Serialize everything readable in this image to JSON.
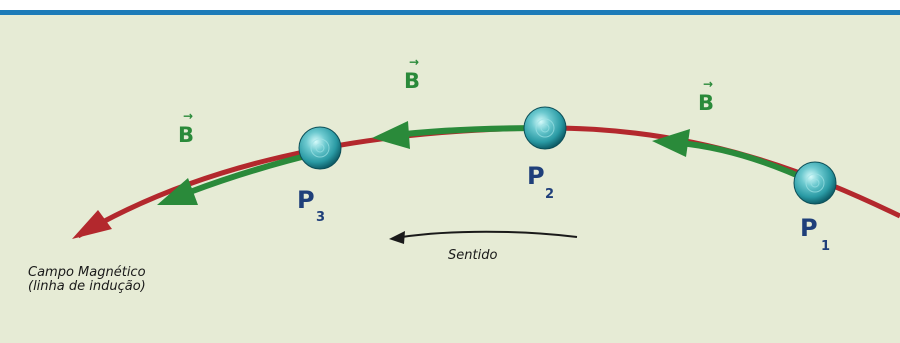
{
  "colors": {
    "background": "#e6ebd5",
    "top_rule": "#1d7bb8",
    "field_line_red": "#b3282d",
    "field_segment_green": "#2a8a3a",
    "vector_label": "#2a8a3a",
    "point_label": "#1f3f7a",
    "sphere": "#33a7b0"
  },
  "vector_labels": [
    {
      "letter": "B",
      "marker": "→"
    },
    {
      "letter": "B",
      "marker": "→"
    },
    {
      "letter": "B",
      "marker": "→"
    }
  ],
  "points": [
    {
      "letter": "P",
      "index": "1"
    },
    {
      "letter": "P",
      "index": "2"
    },
    {
      "letter": "P",
      "index": "3"
    }
  ],
  "direction_label": "Sentido",
  "field_caption": {
    "line1": "Campo Magnético",
    "line2": "(linha de indução)"
  }
}
